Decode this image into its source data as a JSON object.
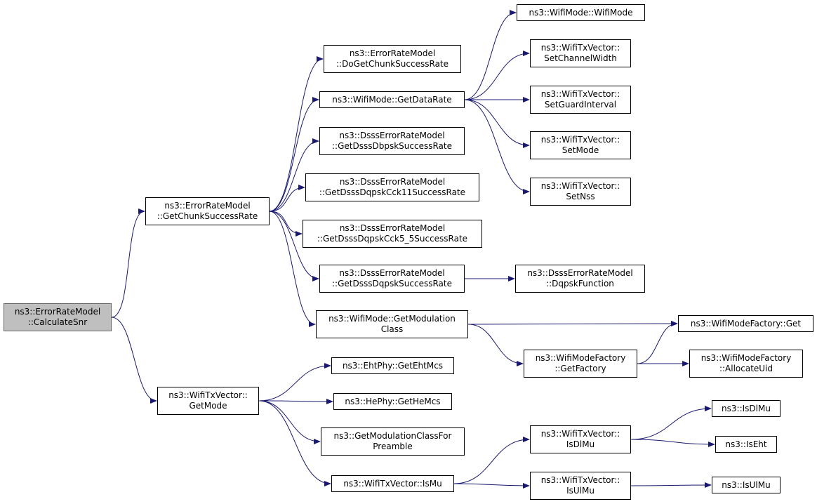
{
  "graph": {
    "title": "",
    "colors": {
      "edge": "#191970",
      "node_border": "#000000",
      "root_fill": "#bfbfbf",
      "node_fill": "#ffffff"
    },
    "nodes": {
      "calculate_snr": {
        "lines": [
          "ns3::ErrorRateModel",
          "::CalculateSnr"
        ]
      },
      "get_chunk_success_rate": {
        "lines": [
          "ns3::ErrorRateModel",
          "::GetChunkSuccessRate"
        ]
      },
      "txvector_get_mode": {
        "lines": [
          "ns3::WifiTxVector::",
          "GetMode"
        ]
      },
      "do_get_chunk_success_rate": {
        "lines": [
          "ns3::ErrorRateModel",
          "::DoGetChunkSuccessRate"
        ]
      },
      "wifimode_get_data_rate": {
        "lines": [
          "ns3::WifiMode::GetDataRate"
        ]
      },
      "dsss_dbpsk": {
        "lines": [
          "ns3::DsssErrorRateModel",
          "::GetDsssDbpskSuccessRate"
        ]
      },
      "dsss_dqpsk_cck11": {
        "lines": [
          "ns3::DsssErrorRateModel",
          "::GetDsssDqpskCck11SuccessRate"
        ]
      },
      "dsss_dqpsk_cck5": {
        "lines": [
          "ns3::DsssErrorRateModel",
          "::GetDsssDqpskCck5_5SuccessRate"
        ]
      },
      "dsss_dqpsk": {
        "lines": [
          "ns3::DsssErrorRateModel",
          "::GetDsssDqpskSuccessRate"
        ]
      },
      "wifimode_get_modulation_class": {
        "lines": [
          "ns3::WifiMode::GetModulation",
          "Class"
        ]
      },
      "wifimode_ctor": {
        "lines": [
          "ns3::WifiMode::WifiMode"
        ]
      },
      "set_channel_width": {
        "lines": [
          "ns3::WifiTxVector::",
          "SetChannelWidth"
        ]
      },
      "set_guard_interval": {
        "lines": [
          "ns3::WifiTxVector::",
          "SetGuardInterval"
        ]
      },
      "set_mode": {
        "lines": [
          "ns3::WifiTxVector::",
          "SetMode"
        ]
      },
      "set_nss": {
        "lines": [
          "ns3::WifiTxVector::",
          "SetNss"
        ]
      },
      "dqpsk_function": {
        "lines": [
          "ns3::DsssErrorRateModel",
          "::DqpskFunction"
        ]
      },
      "factory_get": {
        "lines": [
          "ns3::WifiModeFactory::Get"
        ]
      },
      "factory_get_factory": {
        "lines": [
          "ns3::WifiModeFactory",
          "::GetFactory"
        ]
      },
      "factory_allocate_uid": {
        "lines": [
          "ns3::WifiModeFactory",
          "::AllocateUid"
        ]
      },
      "eht_get_eht_mcs": {
        "lines": [
          "ns3::EhtPhy::GetEhtMcs"
        ]
      },
      "he_get_he_mcs": {
        "lines": [
          "ns3::HePhy::GetHeMcs"
        ]
      },
      "get_modulation_class_for_preamble": {
        "lines": [
          "ns3::GetModulationClassFor",
          "Preamble"
        ]
      },
      "txvector_is_mu": {
        "lines": [
          "ns3::WifiTxVector::IsMu"
        ]
      },
      "txvector_is_dl_mu": {
        "lines": [
          "ns3::WifiTxVector::",
          "IsDlMu"
        ]
      },
      "txvector_is_ul_mu": {
        "lines": [
          "ns3::WifiTxVector::",
          "IsUlMu"
        ]
      },
      "is_dl_mu": {
        "lines": [
          "ns3::IsDlMu"
        ]
      },
      "is_eht": {
        "lines": [
          "ns3::IsEht"
        ]
      },
      "is_ul_mu": {
        "lines": [
          "ns3::IsUlMu"
        ]
      }
    },
    "edges": [
      [
        "calculate_snr",
        "get_chunk_success_rate"
      ],
      [
        "calculate_snr",
        "txvector_get_mode"
      ],
      [
        "get_chunk_success_rate",
        "do_get_chunk_success_rate"
      ],
      [
        "get_chunk_success_rate",
        "wifimode_get_data_rate"
      ],
      [
        "get_chunk_success_rate",
        "dsss_dbpsk"
      ],
      [
        "get_chunk_success_rate",
        "dsss_dqpsk_cck11"
      ],
      [
        "get_chunk_success_rate",
        "dsss_dqpsk_cck5"
      ],
      [
        "get_chunk_success_rate",
        "dsss_dqpsk"
      ],
      [
        "get_chunk_success_rate",
        "wifimode_get_modulation_class"
      ],
      [
        "wifimode_get_data_rate",
        "wifimode_ctor"
      ],
      [
        "wifimode_get_data_rate",
        "set_channel_width"
      ],
      [
        "wifimode_get_data_rate",
        "set_guard_interval"
      ],
      [
        "wifimode_get_data_rate",
        "set_mode"
      ],
      [
        "wifimode_get_data_rate",
        "set_nss"
      ],
      [
        "dsss_dqpsk",
        "dqpsk_function"
      ],
      [
        "wifimode_get_modulation_class",
        "factory_get"
      ],
      [
        "wifimode_get_modulation_class",
        "factory_get_factory"
      ],
      [
        "factory_get_factory",
        "factory_get"
      ],
      [
        "factory_get_factory",
        "factory_allocate_uid"
      ],
      [
        "txvector_get_mode",
        "eht_get_eht_mcs"
      ],
      [
        "txvector_get_mode",
        "he_get_he_mcs"
      ],
      [
        "txvector_get_mode",
        "get_modulation_class_for_preamble"
      ],
      [
        "txvector_get_mode",
        "txvector_is_mu"
      ],
      [
        "txvector_is_mu",
        "txvector_is_dl_mu"
      ],
      [
        "txvector_is_mu",
        "txvector_is_ul_mu"
      ],
      [
        "txvector_is_dl_mu",
        "is_dl_mu"
      ],
      [
        "txvector_is_dl_mu",
        "is_eht"
      ],
      [
        "txvector_is_ul_mu",
        "is_ul_mu"
      ]
    ]
  }
}
